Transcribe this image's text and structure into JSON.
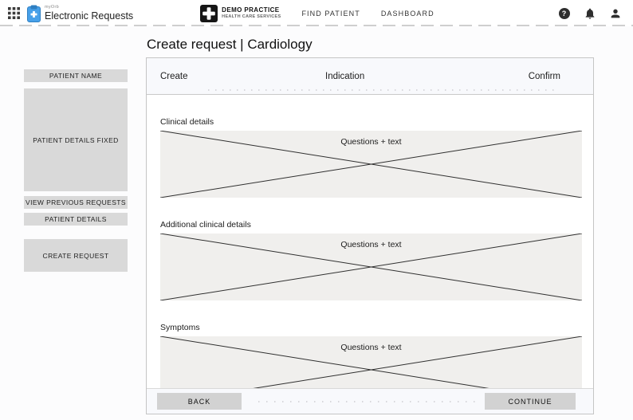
{
  "header": {
    "app_tagline": "myOrb",
    "app_name": "Electronic Requests",
    "practice_name": "DEMO PRACTICE",
    "practice_subtitle": "HEALTH CARE SERVICES",
    "nav": [
      {
        "label": "FIND PATIENT"
      },
      {
        "label": "DASHBOARD"
      }
    ],
    "icons": {
      "apps_grid": "apps-grid-icon",
      "clipboard_logo": "clipboard-cross-icon",
      "hospital_cross": "hospital-cross-icon",
      "help_glyph": "?",
      "bell": "bell-icon",
      "person": "person-icon"
    }
  },
  "sidebar": {
    "patient_name": "PATIENT NAME",
    "patient_details_fixed": "PATIENT DETAILS FIXED",
    "view_previous_requests": "VIEW PREVIOUS REQUESTS",
    "patient_details": "PATIENT DETAILS",
    "create_request": "CREATE REQUEST"
  },
  "main": {
    "page_title": "Create request | Cardiology",
    "tabs": [
      {
        "label": "Create"
      },
      {
        "label": "Indication"
      },
      {
        "label": "Confirm"
      }
    ],
    "sections": [
      {
        "title": "Clinical details",
        "placeholder": "Questions + text"
      },
      {
        "title": "Additional clinical details",
        "placeholder": "Questions + text"
      },
      {
        "title": "Symptoms",
        "placeholder": "Questions + text"
      }
    ],
    "footer": {
      "back_label": "BACK",
      "continue_label": "CONTINUE"
    }
  },
  "colors": {
    "brand_blue": "#47a0e9",
    "brand_blue_dark": "#2e7fc2",
    "sidebar_box_gray": "#d9d9d9",
    "placeholder_gray": "#f0efed",
    "tabbar_bg": "#f8f9fc",
    "panel_border": "#c5c5c5",
    "button_gray": "#d2d2d2"
  }
}
